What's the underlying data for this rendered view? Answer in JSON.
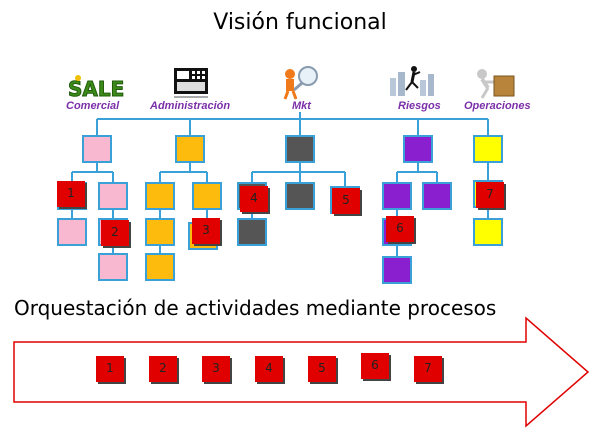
{
  "title": "Visión funcional",
  "departments": [
    {
      "label": "Comercial",
      "icon": "sales-icon"
    },
    {
      "label": "Administración",
      "icon": "calculator-icon"
    },
    {
      "label": "Mkt",
      "icon": "magnifier-figure-icon"
    },
    {
      "label": "Riesgos",
      "icon": "jumping-figure-icon"
    },
    {
      "label": "Operaciones",
      "icon": "box-pushing-figure-icon"
    }
  ],
  "icon_text": {
    "sales": "SALES"
  },
  "activities": [
    "1",
    "2",
    "3",
    "4",
    "5",
    "6",
    "7"
  ],
  "process": {
    "title": "Orquestación de actividades mediante procesos",
    "steps": [
      "1",
      "2",
      "3",
      "4",
      "5",
      "6",
      "7"
    ]
  },
  "colors": {
    "connector": "#3aa0d8",
    "comercial": "#f8b8d0",
    "administracion": "#fdbb0d",
    "mkt": "#555555",
    "riesgos": "#8a1fcf",
    "operaciones": "#ffff00",
    "activity": "#e00000",
    "label": "#7b2fa8",
    "arrow_outline": "#e00000"
  }
}
